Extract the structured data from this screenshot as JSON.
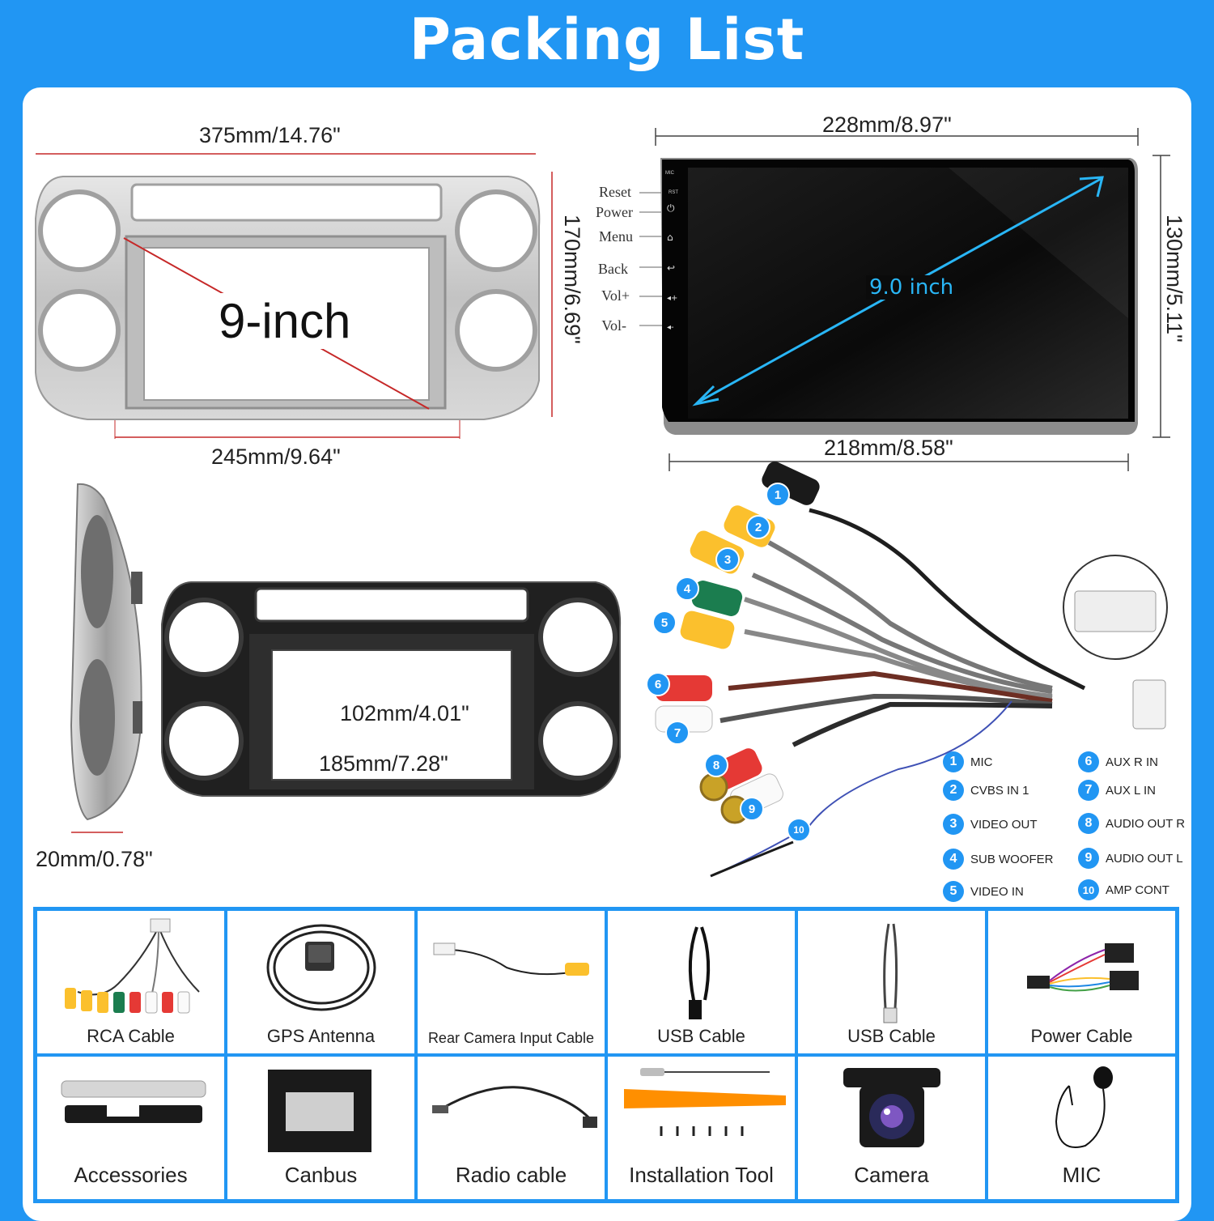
{
  "title": "Packing List",
  "frame": {
    "width_label": "375mm/14.76\"",
    "height_label": "170mm/6.69\"",
    "inner_width_label": "245mm/9.64\"",
    "size_label": "9-inch",
    "depth_label": "20mm/0.78\"",
    "opening_height_label": "102mm/4.01\"",
    "opening_width_label": "185mm/7.28\""
  },
  "screen": {
    "width_label": "228mm/8.97\"",
    "height_label": "130mm/5.11\"",
    "bottom_width_label": "218mm/8.58\"",
    "diagonal_label": "9.0 inch",
    "buttons": [
      "Reset",
      "Power",
      "Menu",
      "Back",
      "Vol+",
      "Vol-"
    ],
    "tiny_labels": [
      "MIC",
      "RST"
    ]
  },
  "cable_legend": [
    {
      "num": "1",
      "label": "MIC"
    },
    {
      "num": "2",
      "label": "CVBS IN 1"
    },
    {
      "num": "3",
      "label": "VIDEO OUT"
    },
    {
      "num": "4",
      "label": "SUB WOOFER"
    },
    {
      "num": "5",
      "label": "VIDEO IN"
    },
    {
      "num": "6",
      "label": "AUX R IN"
    },
    {
      "num": "7",
      "label": "AUX L IN"
    },
    {
      "num": "8",
      "label": "AUDIO OUT R"
    },
    {
      "num": "9",
      "label": "AUDIO OUT L"
    },
    {
      "num": "10",
      "label": "AMP CONT"
    }
  ],
  "items": [
    {
      "label": "RCA Cable",
      "icon": "rca-cable-icon"
    },
    {
      "label": "GPS Antenna",
      "icon": "gps-antenna-icon"
    },
    {
      "label": "Rear Camera Input Cable",
      "icon": "rear-camera-cable-icon"
    },
    {
      "label": "USB Cable",
      "icon": "usb-cable-icon"
    },
    {
      "label": "USB Cable",
      "icon": "usb-cable-icon"
    },
    {
      "label": "Power Cable",
      "icon": "power-cable-icon"
    },
    {
      "label": "Accessories",
      "icon": "accessories-icon"
    },
    {
      "label": "Canbus",
      "icon": "canbus-icon"
    },
    {
      "label": "Radio cable",
      "icon": "radio-cable-icon"
    },
    {
      "label": "Installation Tool",
      "icon": "installation-tool-icon"
    },
    {
      "label": "Camera",
      "icon": "camera-icon"
    },
    {
      "label": "MIC",
      "icon": "mic-icon"
    }
  ],
  "colors": {
    "accent": "#2196f3",
    "dimension_line": "#c62828"
  }
}
